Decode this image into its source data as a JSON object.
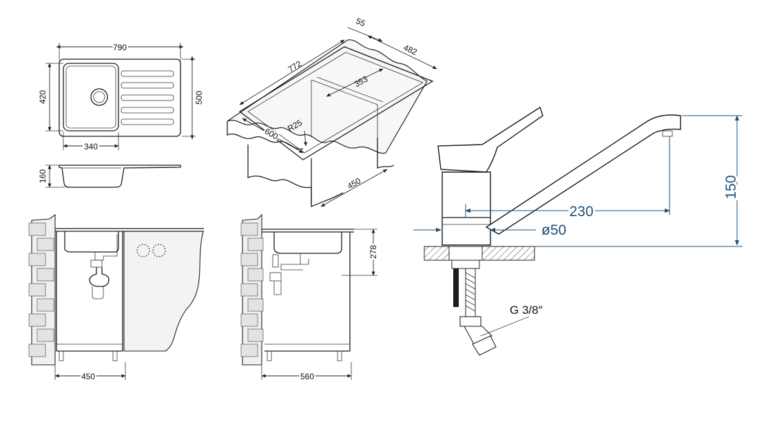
{
  "sink_top_view": {
    "width": "790",
    "depth": "500",
    "bowl_depth": "420",
    "bowl_width": "340"
  },
  "sink_side_view": {
    "height": "160"
  },
  "sink_iso_view": {
    "length": "772",
    "rim": "55",
    "depth": "482",
    "bowl": "353",
    "radius": "R25",
    "cut_length": "600",
    "cut_depth": "450"
  },
  "cabinet_front": {
    "width": "450"
  },
  "cabinet_side": {
    "width": "560",
    "height": "278"
  },
  "faucet": {
    "reach": "230",
    "base_diameter": "ø50",
    "height": "150",
    "thread": "G 3/8″"
  },
  "colors": {
    "line": "#1a1a1a",
    "faucet_dim": "#1f4f78"
  }
}
